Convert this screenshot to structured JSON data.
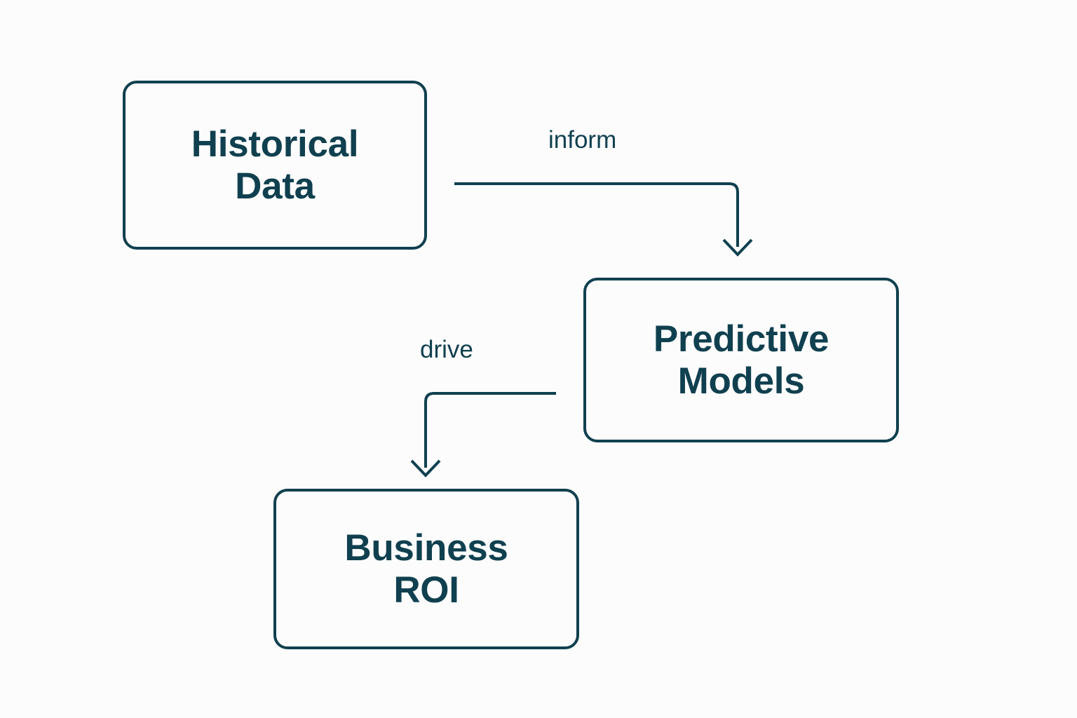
{
  "diagram": {
    "title": "Historical Data to Predictive Models to Business ROI flow",
    "background_color": "#fcfcfc",
    "stroke_color": "#10404f",
    "text_color": "#10404f",
    "nodes": [
      {
        "id": "historical-data",
        "label": "Historical\nData",
        "shape": "rounded-rectangle"
      },
      {
        "id": "predictive-models",
        "label": "Predictive\nModels",
        "shape": "rounded-rectangle"
      },
      {
        "id": "business-roi",
        "label": "Business\nROI",
        "shape": "rounded-rectangle"
      }
    ],
    "edges": [
      {
        "id": "historical-data-to-predictive-models",
        "label": "inform",
        "from": "historical-data",
        "to": "predictive-models",
        "style": "elbow-arrow",
        "arrowhead": "open-chevron"
      },
      {
        "id": "predictive-models-to-business-roi",
        "label": "drive",
        "from": "predictive-models",
        "to": "business-roi",
        "style": "elbow-arrow",
        "arrowhead": "open-chevron"
      }
    ]
  }
}
